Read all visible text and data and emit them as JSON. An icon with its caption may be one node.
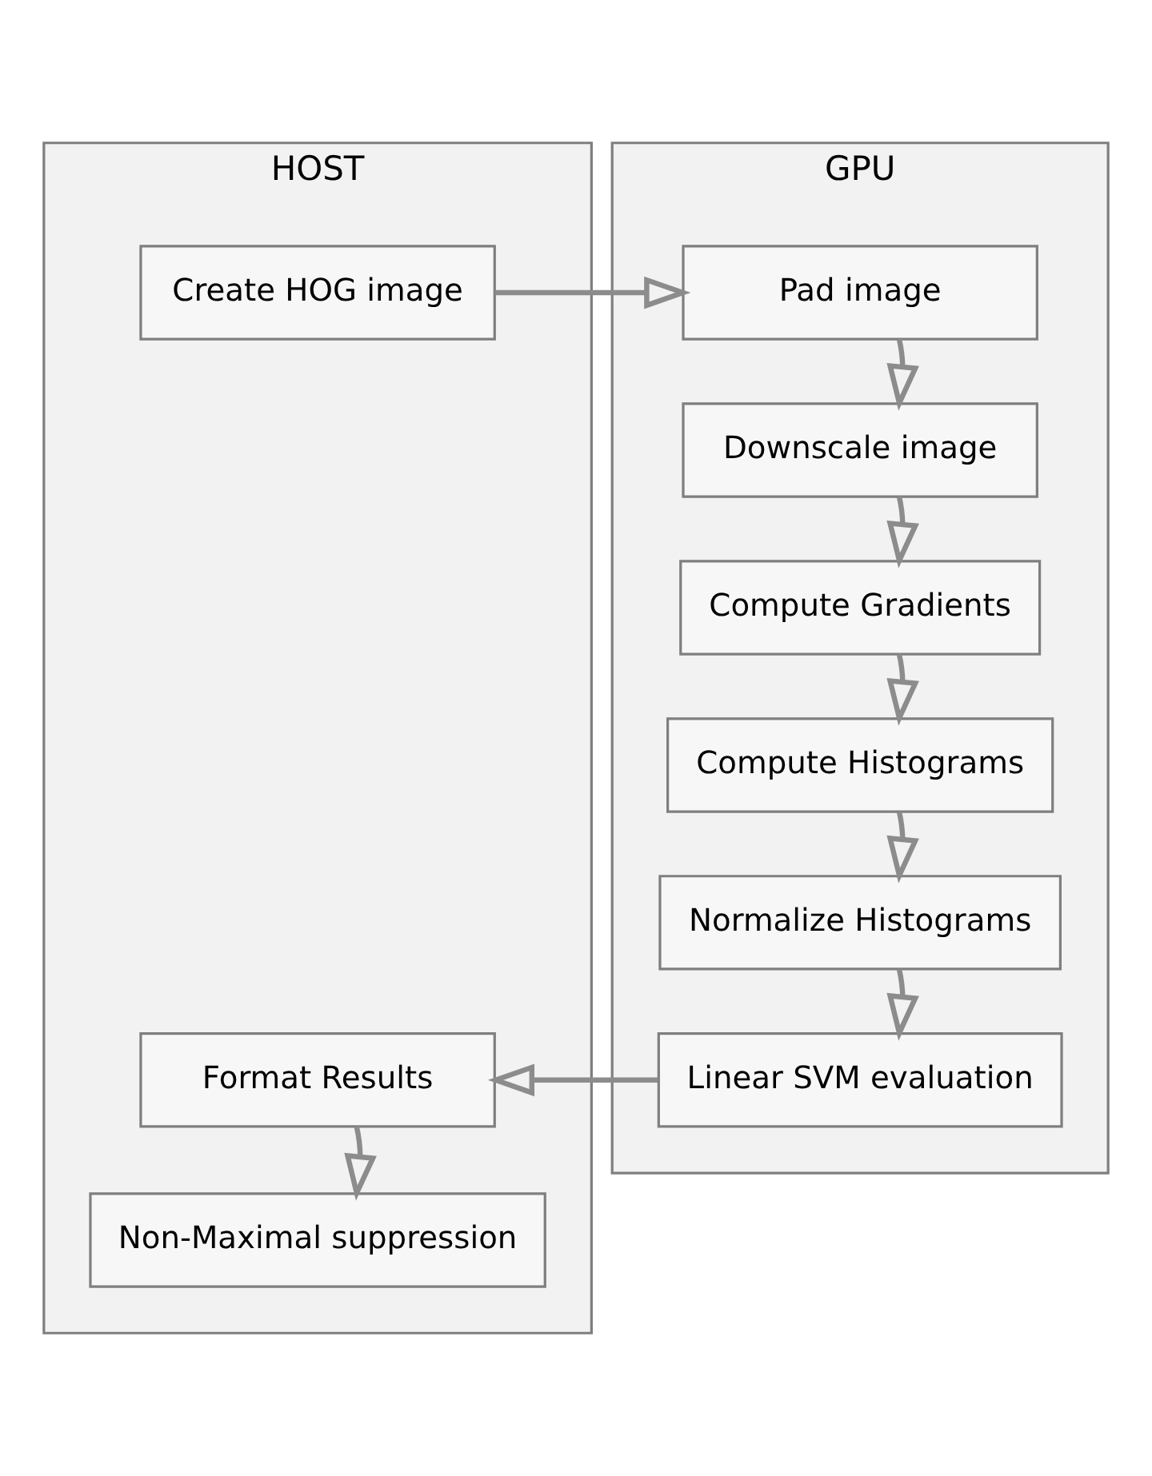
{
  "diagram": {
    "nodes": [
      {
        "text": [
          "HOST"
        ]
      },
      {
        "text": [
          "Create HOG image"
        ],
        "in": 0
      },
      {
        "text": [
          "GPU"
        ]
      },
      {
        "text": [
          "Pad image"
        ],
        "in": 2
      },
      {
        "text": [
          "Downscale image"
        ],
        "in": 2
      },
      {
        "text": [
          "Compute Gradients"
        ],
        "in": 2
      },
      {
        "text": [
          "Compute Histograms"
        ],
        "in": 2
      },
      {
        "text": [
          "Normalize Histograms"
        ],
        "in": 2
      },
      {
        "text": [
          "Linear SVM evaluation"
        ],
        "in": 2
      },
      {
        "text": [
          "Format Results"
        ],
        "in": 0
      },
      {
        "text": [
          "Non-Maximal suppression"
        ],
        "in": 0
      }
    ],
    "edges": [
      {
        "from": 1,
        "to": 3,
        "arrow": "to"
      },
      {
        "from": 3,
        "to": 4,
        "arrow": "to"
      },
      {
        "from": 4,
        "to": 5,
        "arrow": "to"
      },
      {
        "from": 5,
        "to": 6,
        "arrow": "to"
      },
      {
        "from": 6,
        "to": 7,
        "arrow": "to"
      },
      {
        "from": 7,
        "to": 8,
        "arrow": "to"
      },
      {
        "from": 8,
        "to": 9,
        "arrow": "to"
      },
      {
        "from": 9,
        "to": 10,
        "arrow": "to"
      }
    ]
  }
}
